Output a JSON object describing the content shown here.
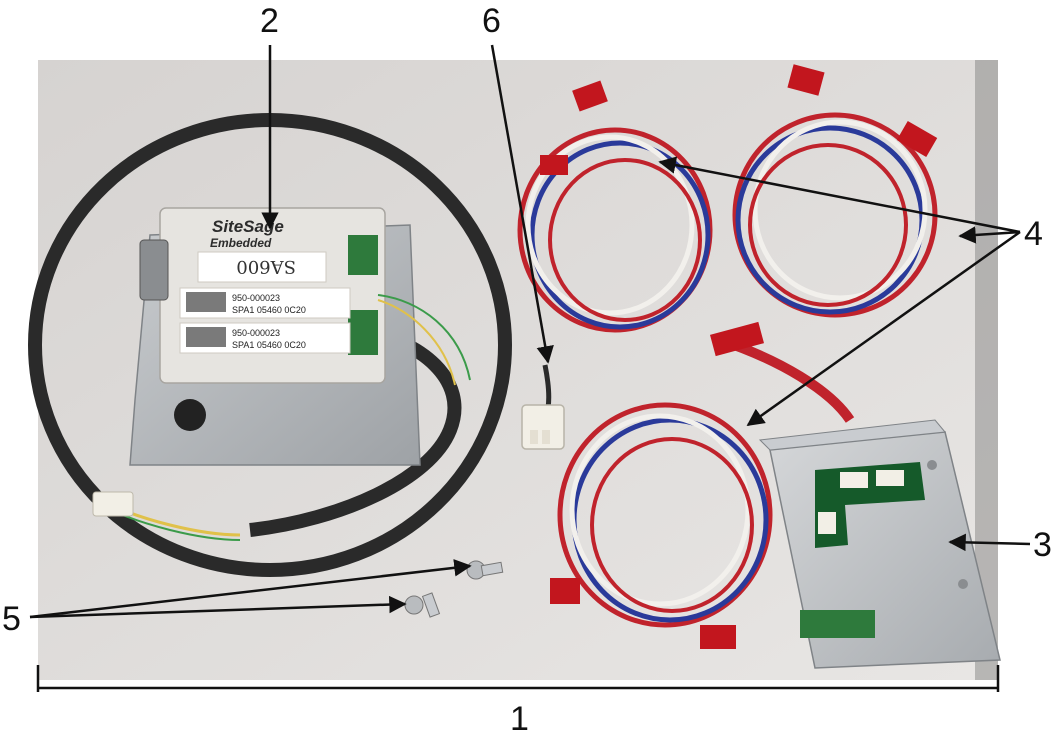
{
  "callouts": {
    "kit": "1",
    "gateway": "2",
    "mounting_bracket": "3",
    "cables": "4",
    "screws": "5",
    "connector": "6"
  },
  "device_labels": {
    "brand": "SiteSage",
    "subtitle": "Embedded",
    "handwritten_id": "SA600",
    "part_line_1": "950-000023",
    "serial_line_1": "SPA1 05460 0C20",
    "part_line_2": "950-000023",
    "serial_line_2": "SPA1 05460 0C20"
  },
  "colors": {
    "photo_background": "#dcd9d7",
    "wire_red": "#c0232c",
    "wire_blue": "#2a3a9a",
    "wire_white": "#f2f0ec",
    "connector_red": "#c2161e",
    "metal": "#b9bcbf",
    "device_housing": "#e6e4e0"
  }
}
